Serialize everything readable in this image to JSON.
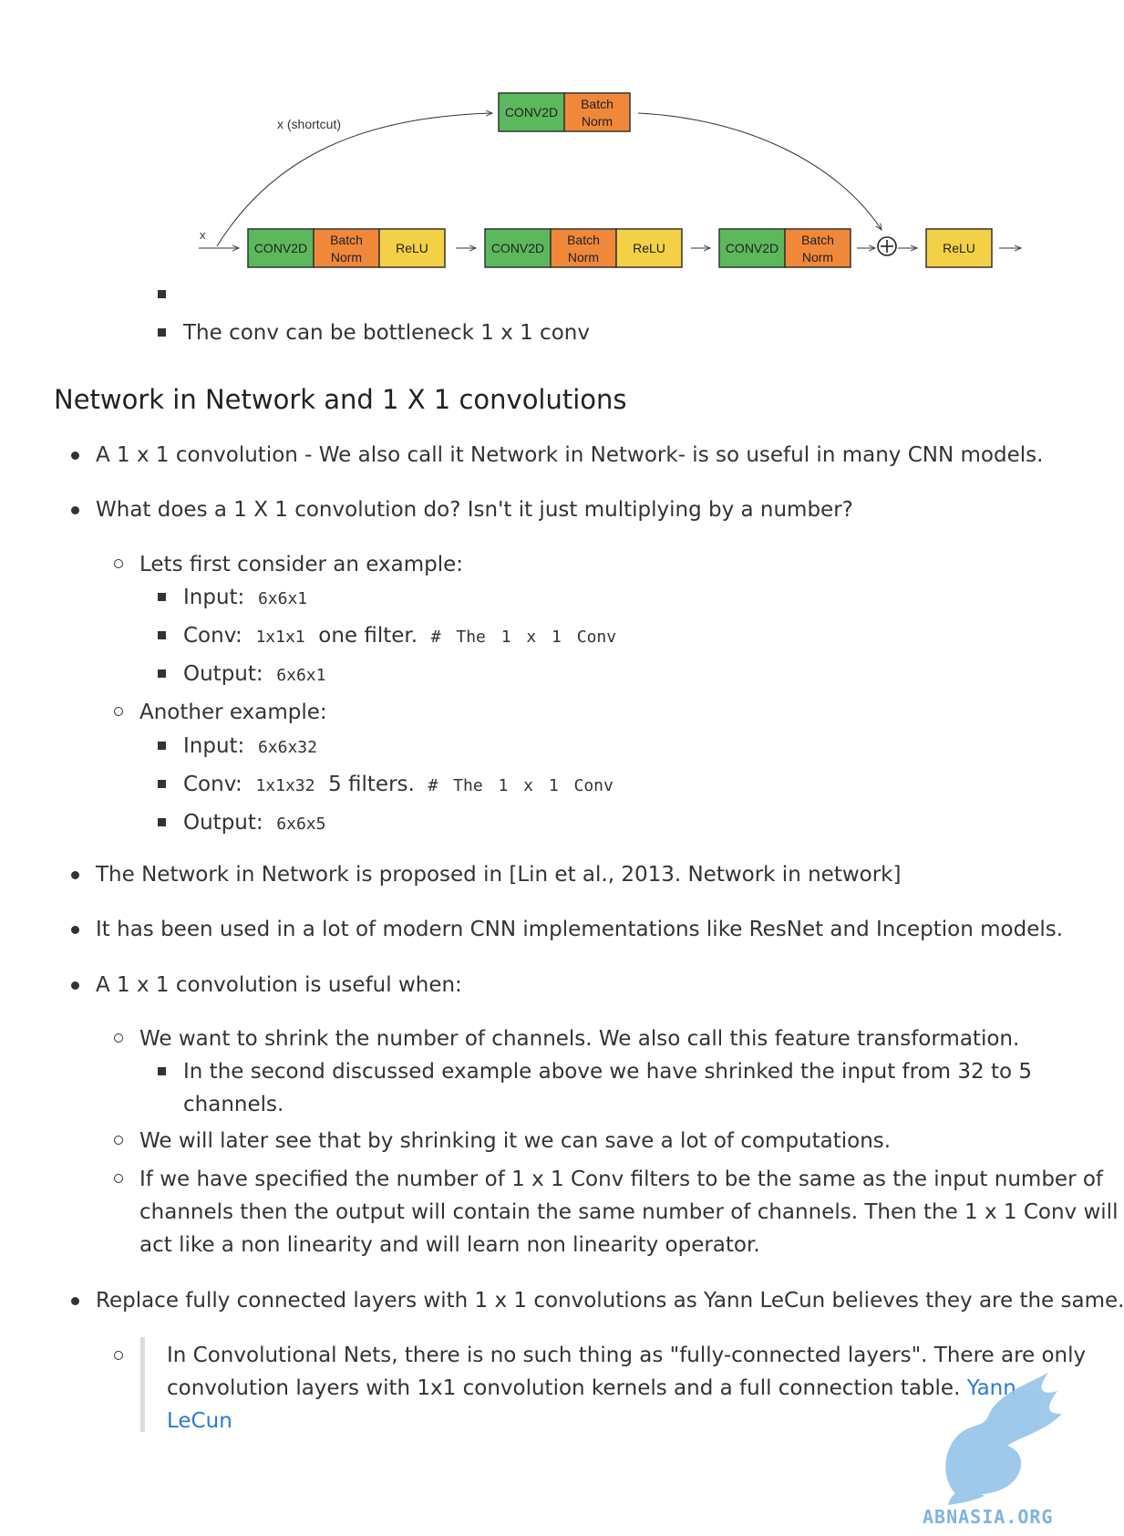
{
  "diagram": {
    "shortcut_label": "x (shortcut)",
    "input_label": "x",
    "blocks": {
      "conv": "CONV2D",
      "batch_line1": "Batch",
      "batch_line2": "Norm",
      "relu": "ReLU"
    },
    "colors": {
      "conv": "#5cb85c",
      "batch": "#f0883a",
      "relu": "#f4d046",
      "border": "#333333"
    }
  },
  "bullets_top": [
    "",
    "The conv can be bottleneck 1 x 1 conv"
  ],
  "heading": "Network in Network and 1 X 1 convolutions",
  "items": {
    "b1": "A 1 x 1 convolution - We also call it Network in Network- is so useful in many CNN models.",
    "b2": "What does a 1 X 1 convolution do? Isn't it just multiplying by a number?",
    "ex1": {
      "title": "Lets first consider an example:",
      "input_label": "Input:",
      "input_code": "6x6x1",
      "conv_label": "Conv:",
      "conv_code": "1x1x1",
      "conv_text": "one filter.",
      "conv_comment": "# The 1 x 1 Conv",
      "output_label": "Output:",
      "output_code": "6x6x1"
    },
    "ex2": {
      "title": "Another example:",
      "input_label": "Input:",
      "input_code": "6x6x32",
      "conv_label": "Conv:",
      "conv_code": "1x1x32",
      "conv_text": "5 filters.",
      "conv_comment": "# The 1 x 1 Conv",
      "output_label": "Output:",
      "output_code": "6x6x5"
    },
    "b3": "The Network in Network is proposed in [Lin et al., 2013. Network in network]",
    "b4": "It has been used in a lot of modern CNN implementations like ResNet and Inception models.",
    "b5": "A 1 x 1 convolution is useful when:",
    "u1": "We want to shrink the number of channels. We also call this feature transformation.",
    "u1a_line1": "In the second discussed example above we have shrinked the input from 32 to 5",
    "u1a_line2": "channels.",
    "u2": "We will later see that by shrinking it we can save a lot of computations.",
    "u3_line1": "If we have specified the number of 1 x 1 Conv filters to be the same as the input number of",
    "u3_line2": "channels then the output will contain the same number of channels. Then the 1 x 1 Conv will",
    "u3_line3": "act like a non linearity and will learn non linearity operator.",
    "b6": "Replace fully connected layers with 1 x 1 convolutions as Yann LeCun believes they are the same.",
    "quote_line1": "In Convolutional Nets, there is no such thing as \"fully-connected layers\". There are only",
    "quote_line2": "convolution layers with 1x1 convolution kernels and a full connection table.",
    "quote_link1": "Yann",
    "quote_link2": "LeCun"
  },
  "watermark": {
    "text": "ABNASIA.ORG",
    "color": "#7fb3e0"
  }
}
